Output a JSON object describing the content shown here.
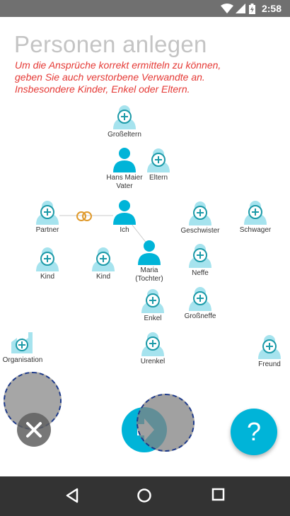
{
  "status_bar": {
    "time": "2:58",
    "icons": [
      "wifi-icon",
      "signal-icon",
      "battery-charging-icon"
    ]
  },
  "header": {
    "title": "Personen anlegen",
    "subtitle_lines": [
      "Um die Ansprüche korrekt ermitteln zu können,",
      "geben Sie auch verstorbene Verwandte an.",
      "Insbesondere Kinder, Enkel oder Eltern."
    ]
  },
  "tree": {
    "grosseltern": "Großeltern",
    "vater_lines": [
      "Hans Maier",
      "Vater"
    ],
    "eltern": "Eltern",
    "partner": "Partner",
    "ich": "Ich",
    "geschwister": "Geschwister",
    "schwager": "Schwager",
    "kind_1": "Kind",
    "kind_2": "Kind",
    "tochter_lines": [
      "Maria",
      "(Tochter)"
    ],
    "neffe": "Neffe",
    "enkel": "Enkel",
    "grossneffe": "Großneffe",
    "urenkel": "Urenkel",
    "organisation": "Organisation",
    "freund": "Freund"
  },
  "colors": {
    "primary": "#00b4d8",
    "placeholder": "#a6e3ee",
    "title": "#c4c4c4",
    "subtitle": "#e53935",
    "nav": "#333333",
    "rings": "#e09a2c"
  },
  "actions": {
    "close_icon": "close-icon",
    "next_icon": "arrow-right-icon",
    "help_label": "?"
  },
  "nav": {
    "icons": [
      "back-icon",
      "home-icon",
      "recents-icon"
    ]
  }
}
